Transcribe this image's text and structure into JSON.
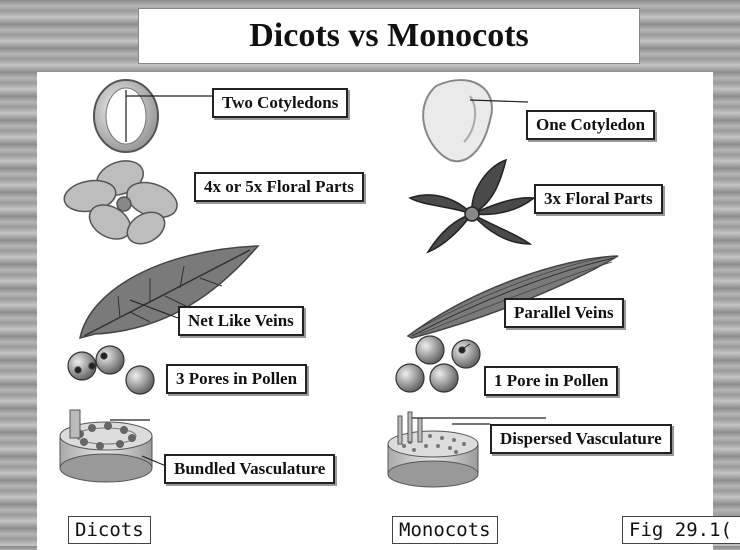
{
  "title": "Dicots vs Monocots",
  "dicot_labels": {
    "cotyledon": "Two Cotyledons",
    "floral": "4x or 5x Floral Parts",
    "veins": "Net Like Veins",
    "pollen": "3 Pores in Pollen",
    "vasculature": "Bundled Vasculature"
  },
  "monocot_labels": {
    "cotyledon": "One Cotyledon",
    "floral": "3x Floral Parts",
    "veins": "Parallel Veins",
    "pollen": "1 Pore in Pollen",
    "vasculature": "Dispersed Vasculature"
  },
  "footer": {
    "dicots": "Dicots",
    "monocots": "Monocots",
    "figure": "Fig 29.1("
  },
  "colors": {
    "title_text": "#111111",
    "label_border": "#222222",
    "leaf": "#6f6f6f",
    "flower_dicot": "#bdbdbd",
    "flower_monocot": "#4a4a4a"
  }
}
